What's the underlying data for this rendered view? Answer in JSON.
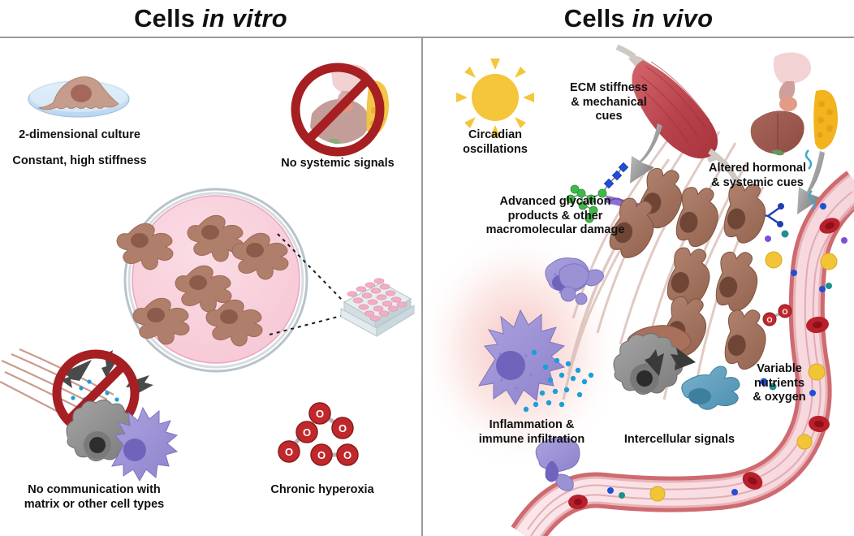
{
  "figure": {
    "panels": [
      {
        "id": "in-vitro",
        "title_plain": "Cells ",
        "title_italic": "in vitro"
      },
      {
        "id": "in-vivo",
        "title_plain": "Cells ",
        "title_italic": "in vivo"
      }
    ],
    "divider_color": "#9a9a9a",
    "background": "#ffffff"
  },
  "in_vitro": {
    "captions": {
      "two_d": "2-dimensional culture",
      "stiffness": "Constant, high stiffness",
      "no_systemic": "No systemic signals",
      "no_communication": "No communication with\nmatrix or other cell types",
      "hyperoxia": "Chronic hyperoxia"
    },
    "elements": {
      "petri_dish_small": {
        "name": "single-cell-in-dish",
        "dish_fill": "#cfe4f5",
        "cell_fill": "#c49a8a"
      },
      "prohibition_sign": {
        "name": "no-entry-sign",
        "color": "#a51f23"
      },
      "organs": [
        "brain-pituitary",
        "thyroid",
        "liver"
      ],
      "large_dish": {
        "name": "culture-dish",
        "medium_fill": "#f9d2dc",
        "cell_count": 6,
        "cell_fill": "#b07f6c"
      },
      "well_plate": {
        "name": "multiwell-plate",
        "wells": 24,
        "well_fill": "#f3aec1"
      },
      "oxygen_molecules": {
        "count": 3,
        "atom_label": "O",
        "color": "#c0282c"
      },
      "cells": [
        "gray-senescent-cell",
        "purple-immune-cell"
      ],
      "matrix_fibers_color": "#c08a7a",
      "signal_dots_color": "#1b9fd8"
    }
  },
  "in_vivo": {
    "captions": {
      "circadian": "Circadian\noscillations",
      "ecm": "ECM stiffness\n& mechanical\ncues",
      "age": "Advanced glycation\nproducts & other\nmacromolecular damage",
      "hormonal": "Altered hormonal\n& systemic cues",
      "inflammation": "Inflammation &\nimmune infiltration",
      "intercellular": "Intercellular signals",
      "nutrients": "Variable\nnutrients\n& oxygen"
    },
    "elements": {
      "sun": {
        "name": "sun-icon",
        "color": "#f5c53a",
        "rays": 8
      },
      "muscle": {
        "name": "skeletal-muscle",
        "color": "#bf4d55"
      },
      "organs": [
        "brain-pituitary",
        "pancreas",
        "liver"
      ],
      "arrows": [
        {
          "name": "ecm-arrow",
          "direction": "down-left"
        },
        {
          "name": "hormonal-arrow",
          "direction": "down-left"
        }
      ],
      "fibroblasts": {
        "name": "fibroblast",
        "count": 8,
        "fill": "#a3725f",
        "nucleus": "#6f4636"
      },
      "glycation_molecule": {
        "sugar_color": "#3fb84a",
        "link_color": "#1f4fd8",
        "helix_color": "#8d6fd1"
      },
      "immune_cells": {
        "fill": "#9b92d6",
        "nucleus": "#6a5db8",
        "count": 4
      },
      "cytokine_dots_color": "#1b9fd8",
      "gray_cell": {
        "name": "senescent-cell",
        "fill": "#8e8e8e"
      },
      "blue_cell": {
        "name": "signaling-cell",
        "fill": "#5f9fbf"
      },
      "blood_vessel": {
        "name": "blood-vessel",
        "wall_color": "#cf6a70",
        "lumen_color": "#fae3e7",
        "rbc_color": "#b8202c",
        "nutrient_color": "#f2c438",
        "molecule_colors": [
          "#1f4fd8",
          "#1f8f8f",
          "#7a4fd8"
        ]
      },
      "inflammation_glow": "#f6c9c6",
      "oxygen_molecule_color": "#c0282c"
    }
  }
}
